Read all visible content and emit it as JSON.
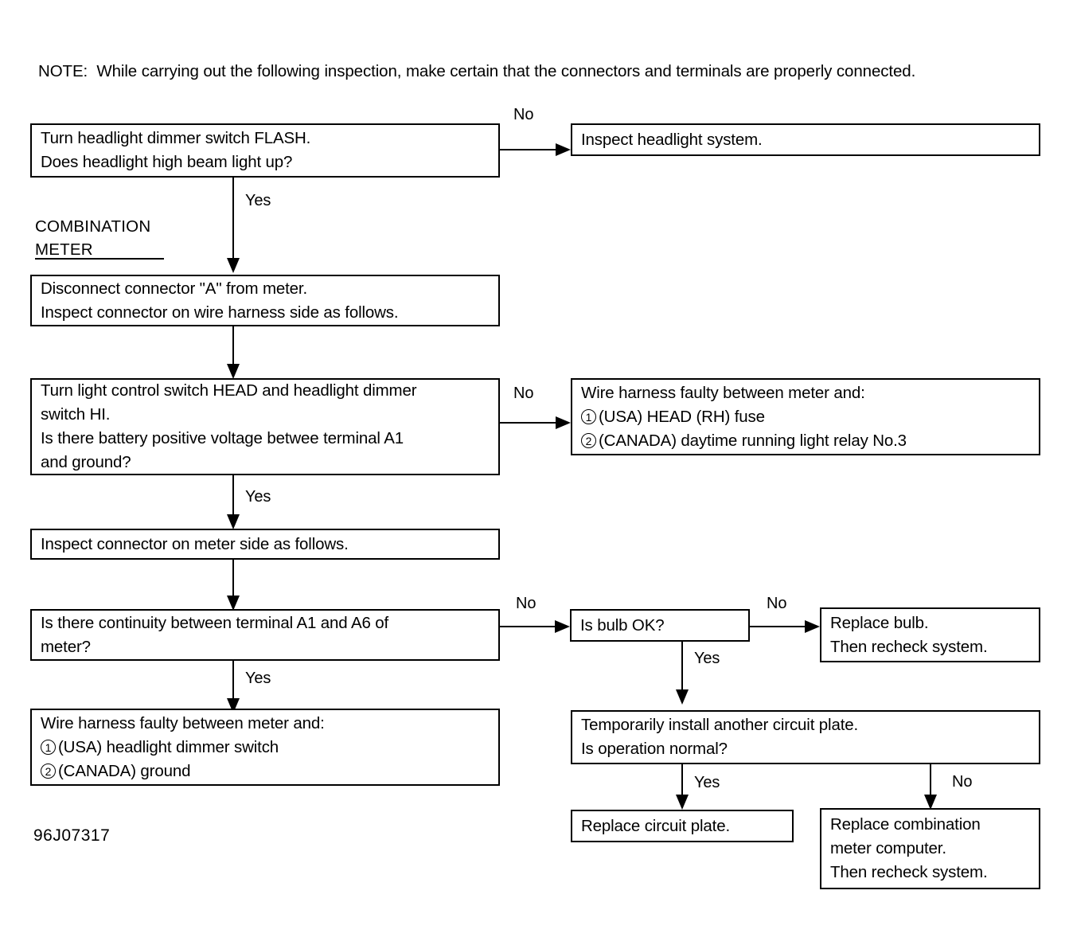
{
  "document": {
    "note_label": "NOTE:",
    "note_text": "NOTE:  While carrying out the following inspection, make certain that the connectors and terminals are properly connected.",
    "figure_id": "96J07317",
    "section_label_line1": "COMBINATION",
    "section_label_line2": "METER"
  },
  "nodes": {
    "n1": {
      "id": "turn-dimmer-flash",
      "line1": "Turn headlight dimmer switch FLASH.",
      "line2": "Does headlight high beam light up?"
    },
    "n2": {
      "id": "inspect-headlight-system",
      "line1": "Inspect headlight system."
    },
    "n3": {
      "id": "disconnect-connector-a",
      "line1": "Disconnect connector \"A\" from meter.",
      "line2": "Inspect connector on wire harness side as follows."
    },
    "n4": {
      "id": "turn-light-control-head",
      "line1": "Turn light control switch HEAD and headlight dimmer",
      "line2": "switch HI.",
      "line3": "Is there battery positive voltage betwee terminal A1",
      "line4": "and ground?"
    },
    "n5": {
      "id": "wire-harness-faulty-fuse",
      "line1": "Wire harness faulty between meter and:",
      "item1_num": "1",
      "item1_text": "(USA) HEAD (RH) fuse",
      "item2_num": "2",
      "item2_text": "(CANADA) daytime running light relay No.3"
    },
    "n6": {
      "id": "inspect-connector-meter-side",
      "line1": "Inspect connector on meter side as follows."
    },
    "n7": {
      "id": "continuity-a1-a6",
      "line1": "Is there continuity between terminal A1 and A6 of",
      "line2": "meter?"
    },
    "n8": {
      "id": "is-bulb-ok",
      "line1": "Is bulb OK?"
    },
    "n9": {
      "id": "replace-bulb",
      "line1": "Replace bulb.",
      "line2": "Then recheck system."
    },
    "n10": {
      "id": "wire-harness-faulty-dimmer",
      "line1": "Wire harness faulty between meter and:",
      "item1_num": "1",
      "item1_text": "(USA) headlight dimmer switch",
      "item2_num": "2",
      "item2_text": "(CANADA) ground"
    },
    "n11": {
      "id": "temporarily-install-circuit-plate",
      "line1": "Temporarily install another circuit plate.",
      "line2": "Is operation normal?"
    },
    "n12": {
      "id": "replace-circuit-plate",
      "line1": "Replace circuit plate."
    },
    "n13": {
      "id": "replace-combination-meter-computer",
      "line1": "Replace combination",
      "line2": "meter computer.",
      "line3": "Then recheck system."
    }
  },
  "edges": {
    "e1_no": "No",
    "e2_yes": "Yes",
    "e3_no": "No",
    "e4_yes": "Yes",
    "e5_no": "No",
    "e6_yes": "Yes",
    "e7_no": "No",
    "e8_yes": "Yes",
    "e9_yes": "Yes",
    "e10_no": "No"
  },
  "colors": {
    "ink": "#000000",
    "paper": "#ffffff"
  }
}
